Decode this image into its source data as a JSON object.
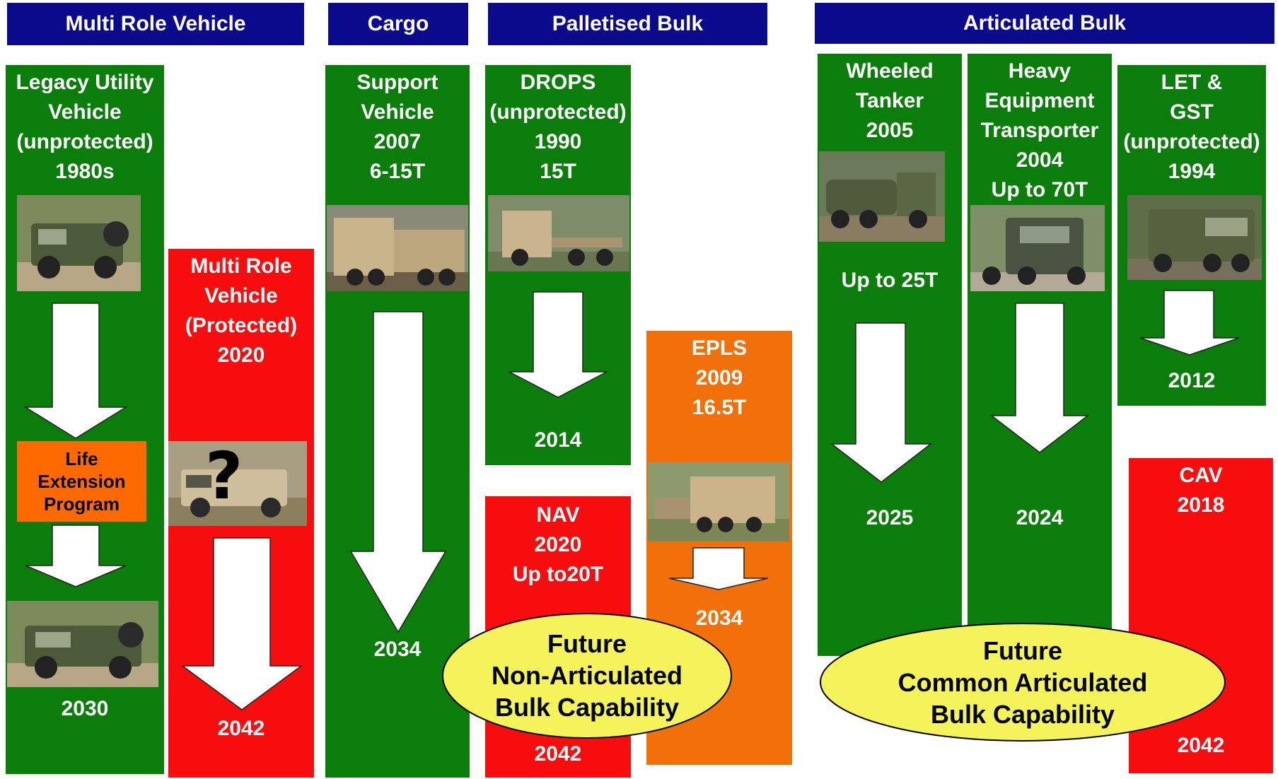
{
  "headers": {
    "multi_role": "Multi Role Vehicle",
    "cargo": "Cargo",
    "palletised": "Palletised Bulk",
    "articulated": "Articulated Bulk"
  },
  "legacy": {
    "lines": [
      "Legacy Utility",
      "Vehicle",
      "(unprotected)",
      "1980s"
    ],
    "end": "2030"
  },
  "life_extension": {
    "lines": [
      "Life",
      "Extension",
      "Program"
    ]
  },
  "mrv": {
    "lines": [
      "Multi Role",
      "Vehicle",
      "(Protected)",
      "2020"
    ],
    "question": "?",
    "end": "2042"
  },
  "support": {
    "lines": [
      "Support",
      "Vehicle",
      "2007",
      "6-15T"
    ],
    "end": "2034"
  },
  "drops": {
    "lines": [
      "DROPS",
      "(unprotected)",
      "1990",
      "15T"
    ],
    "end": "2014"
  },
  "nav": {
    "lines": [
      "NAV",
      "2020",
      "Up to20T"
    ],
    "end": "2042"
  },
  "epls": {
    "lines": [
      "EPLS",
      "2009",
      "16.5T"
    ],
    "end": "2034"
  },
  "tanker": {
    "lines": [
      "Wheeled",
      "Tanker",
      "2005"
    ],
    "capacity": "Up to 25T",
    "end": "2025"
  },
  "het": {
    "lines": [
      "Heavy",
      "Equipment",
      "Transporter",
      "2004",
      "Up to 70T"
    ],
    "end": "2024"
  },
  "let": {
    "lines": [
      "LET &",
      "GST",
      "(unprotected)",
      "1994"
    ],
    "end": "2012"
  },
  "cav": {
    "lines": [
      "CAV",
      "2018"
    ],
    "end": "2042"
  },
  "future_non_articulated": {
    "lines": [
      "Future",
      "Non-Articulated",
      "Bulk Capability"
    ]
  },
  "future_articulated": {
    "lines": [
      "Future",
      "Common Articulated",
      "Bulk Capability"
    ]
  },
  "colors": {
    "header": "#0a0a8c",
    "green": "#0a7d0a",
    "red": "#f70d0d",
    "orange": "#f2700a",
    "ellipse": "#f4f45a"
  },
  "icons": [
    "vehicle-photo",
    "down-arrow-icon"
  ]
}
